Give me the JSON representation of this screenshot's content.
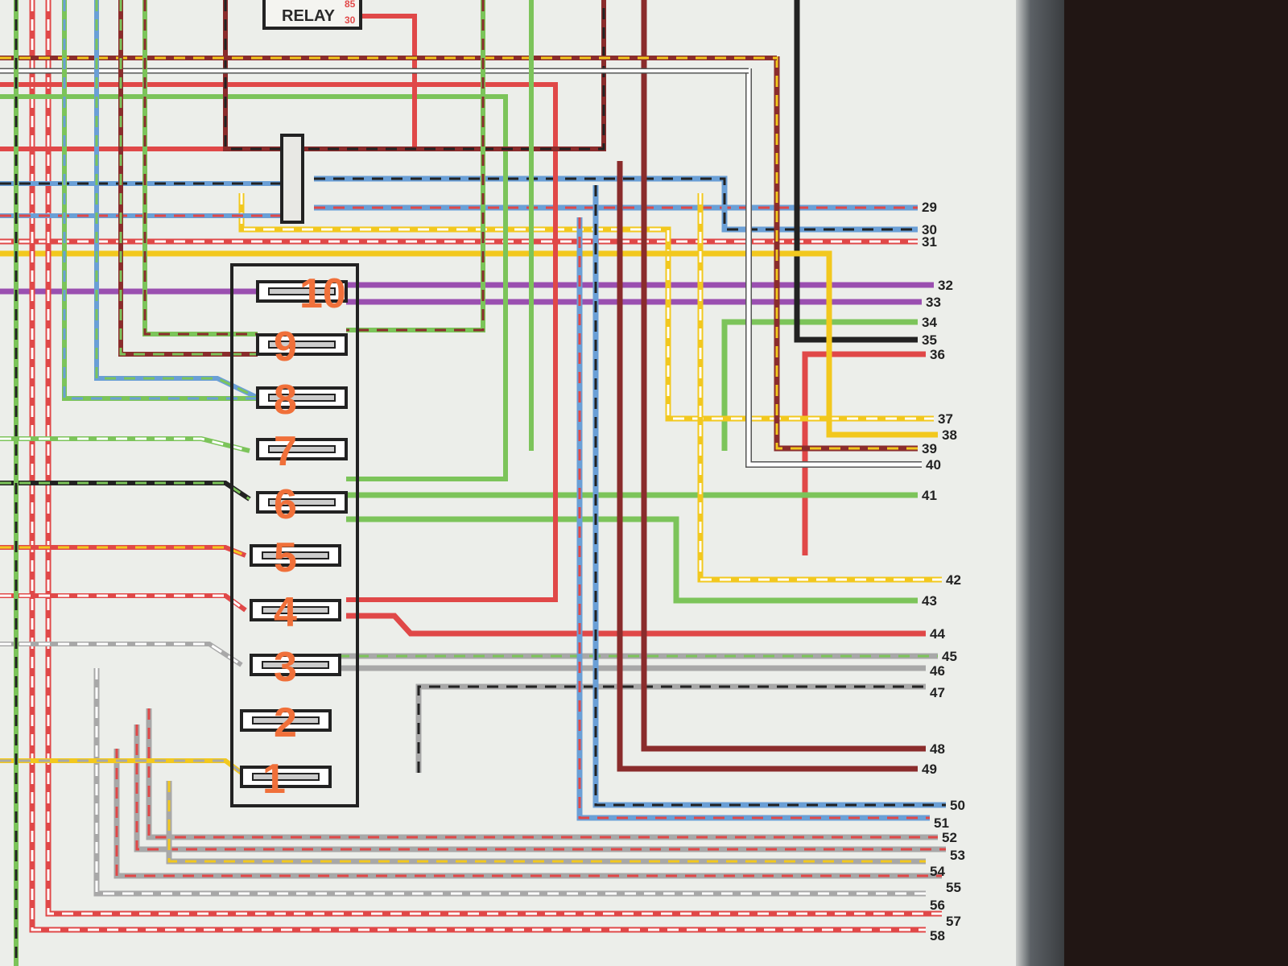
{
  "relay": {
    "label": "RELAY",
    "pins": [
      "85",
      "30"
    ]
  },
  "fuse_box": {
    "fuses": [
      "10",
      "9",
      "8",
      "7",
      "6",
      "5",
      "4",
      "3",
      "2",
      "1"
    ]
  },
  "terminals": [
    {
      "num": "29",
      "color": "#6a9fd6",
      "tracer": "#e04848"
    },
    {
      "num": "30",
      "color": "#6a9fd6",
      "tracer": "#222222"
    },
    {
      "num": "31",
      "color": "#e04848",
      "tracer": "#ffffff"
    },
    {
      "num": "32",
      "color": "#9a4fb0",
      "tracer": null
    },
    {
      "num": "33",
      "color": "#9a4fb0",
      "tracer": null
    },
    {
      "num": "34",
      "color": "#7cc45a",
      "tracer": null
    },
    {
      "num": "35",
      "color": "#222222",
      "tracer": null
    },
    {
      "num": "36",
      "color": "#e04848",
      "tracer": null
    },
    {
      "num": "37",
      "color": "#f2c81e",
      "tracer": "#ffffff"
    },
    {
      "num": "38",
      "color": "#f2c81e",
      "tracer": null
    },
    {
      "num": "39",
      "color": "#8a2c2c",
      "tracer": "#f2c81e"
    },
    {
      "num": "40",
      "color": "#ffffff",
      "tracer": null
    },
    {
      "num": "41",
      "color": "#7cc45a",
      "tracer": null
    },
    {
      "num": "42",
      "color": "#f2c81e",
      "tracer": "#ffffff"
    },
    {
      "num": "43",
      "color": "#7cc45a",
      "tracer": null
    },
    {
      "num": "44",
      "color": "#e04848",
      "tracer": null
    },
    {
      "num": "45",
      "color": "#a8a8a8",
      "tracer": "#7cc45a"
    },
    {
      "num": "46",
      "color": "#a8a8a8",
      "tracer": null
    },
    {
      "num": "47",
      "color": "#a8a8a8",
      "tracer": "#222222"
    },
    {
      "num": "48",
      "color": "#8a2c2c",
      "tracer": null
    },
    {
      "num": "49",
      "color": "#8a2c2c",
      "tracer": null
    },
    {
      "num": "50",
      "color": "#6a9fd6",
      "tracer": "#222222"
    },
    {
      "num": "51",
      "color": "#6a9fd6",
      "tracer": "#e04848"
    },
    {
      "num": "52",
      "color": "#a8a8a8",
      "tracer": "#e04848"
    },
    {
      "num": "53",
      "color": "#a8a8a8",
      "tracer": "#e04848"
    },
    {
      "num": "54",
      "color": "#a8a8a8",
      "tracer": "#f2c81e"
    },
    {
      "num": "55",
      "color": "#a8a8a8",
      "tracer": "#e04848"
    },
    {
      "num": "56",
      "color": "#a8a8a8",
      "tracer": "#ffffff"
    },
    {
      "num": "57",
      "color": "#e04848",
      "tracer": "#ffffff"
    },
    {
      "num": "58",
      "color": "#e04848",
      "tracer": "#ffffff"
    }
  ]
}
